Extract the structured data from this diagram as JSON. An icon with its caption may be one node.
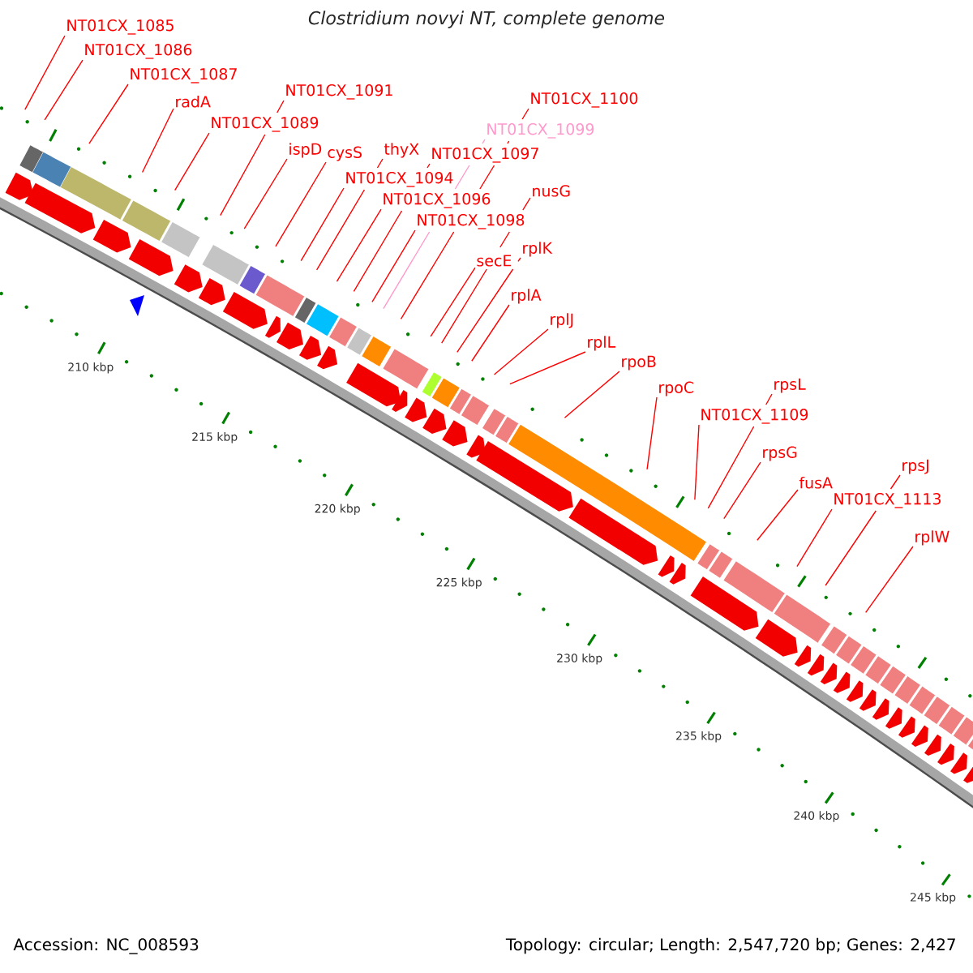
{
  "diagram": {
    "title": "Clostridium novyi NT, complete genome",
    "nodes": [
      {
        "text": [
          "NT01CX_1085"
        ]
      },
      {
        "text": [
          "NT01CX_1086"
        ]
      },
      {
        "text": [
          "NT01CX_1087"
        ]
      },
      {
        "text": [
          "radA"
        ]
      },
      {
        "text": [
          "NT01CX_1089"
        ]
      },
      {
        "text": [
          "NT01CX_1091"
        ]
      },
      {
        "text": [
          "ispD"
        ]
      },
      {
        "text": [
          "cysS"
        ]
      },
      {
        "text": [
          "thyX"
        ]
      },
      {
        "text": [
          "NT01CX_1094"
        ]
      },
      {
        "text": [
          "NT01CX_1096"
        ]
      },
      {
        "text": [
          "NT01CX_1097"
        ]
      },
      {
        "text": [
          "NT01CX_1098"
        ]
      },
      {
        "text": [
          "NT01CX_1099"
        ]
      },
      {
        "text": [
          "NT01CX_1100"
        ]
      },
      {
        "text": [
          "nusG"
        ]
      },
      {
        "text": [
          "secE"
        ]
      },
      {
        "text": [
          "rplK"
        ]
      },
      {
        "text": [
          "rplA"
        ]
      },
      {
        "text": [
          "rplJ"
        ]
      },
      {
        "text": [
          "rplL"
        ]
      },
      {
        "text": [
          "rpoB"
        ]
      },
      {
        "text": [
          "rpoC"
        ]
      },
      {
        "text": [
          "NT01CX_1109"
        ]
      },
      {
        "text": [
          "rpsL"
        ]
      },
      {
        "text": [
          "rpsG"
        ]
      },
      {
        "text": [
          "fusA"
        ]
      },
      {
        "text": [
          "NT01CX_1113"
        ]
      },
      {
        "text": [
          "rpsJ"
        ]
      },
      {
        "text": [
          "rplW"
        ]
      }
    ],
    "edges": [
      {
        "from": 0,
        "to": null,
        "arrow": "none"
      },
      {
        "from": 1,
        "to": null,
        "arrow": "none"
      },
      {
        "from": 2,
        "to": null,
        "arrow": "none"
      },
      {
        "from": 3,
        "to": null,
        "arrow": "none"
      },
      {
        "from": 4,
        "to": null,
        "arrow": "none"
      },
      {
        "from": 5,
        "to": null,
        "arrow": "none"
      },
      {
        "from": 6,
        "to": null,
        "arrow": "none"
      },
      {
        "from": 7,
        "to": null,
        "arrow": "none"
      },
      {
        "from": 8,
        "to": null,
        "arrow": "none"
      },
      {
        "from": 9,
        "to": null,
        "arrow": "none"
      },
      {
        "from": 10,
        "to": null,
        "arrow": "none"
      },
      {
        "from": 11,
        "to": null,
        "arrow": "none"
      },
      {
        "from": 12,
        "to": null,
        "arrow": "none"
      },
      {
        "from": 13,
        "to": null,
        "arrow": "none",
        "color": "#ff99cc"
      },
      {
        "from": 14,
        "to": null,
        "arrow": "none"
      },
      {
        "from": 15,
        "to": null,
        "arrow": "none"
      },
      {
        "from": 16,
        "to": null,
        "arrow": "none"
      },
      {
        "from": 17,
        "to": null,
        "arrow": "none"
      },
      {
        "from": 18,
        "to": null,
        "arrow": "none"
      },
      {
        "from": 19,
        "to": null,
        "arrow": "none"
      },
      {
        "from": 20,
        "to": null,
        "arrow": "none"
      },
      {
        "from": 21,
        "to": null,
        "arrow": "none"
      },
      {
        "from": 22,
        "to": null,
        "arrow": "none"
      },
      {
        "from": 23,
        "to": null,
        "arrow": "none"
      },
      {
        "from": 24,
        "to": null,
        "arrow": "none"
      },
      {
        "from": 25,
        "to": null,
        "arrow": "none"
      },
      {
        "from": 26,
        "to": null,
        "arrow": "none"
      },
      {
        "from": 27,
        "to": null,
        "arrow": "none"
      },
      {
        "from": 28,
        "to": null,
        "arrow": "none"
      },
      {
        "from": 29,
        "to": null,
        "arrow": "none"
      }
    ],
    "labels": [
      "Accession: NC_008593",
      "Topology: circular; Length: 2,547,720 bp; Genes: 2,427",
      "210 kbp",
      "215 kbp",
      "220 kbp",
      "225 kbp",
      "230 kbp",
      "235 kbp",
      "240 kbp",
      "245 kbp"
    ]
  }
}
